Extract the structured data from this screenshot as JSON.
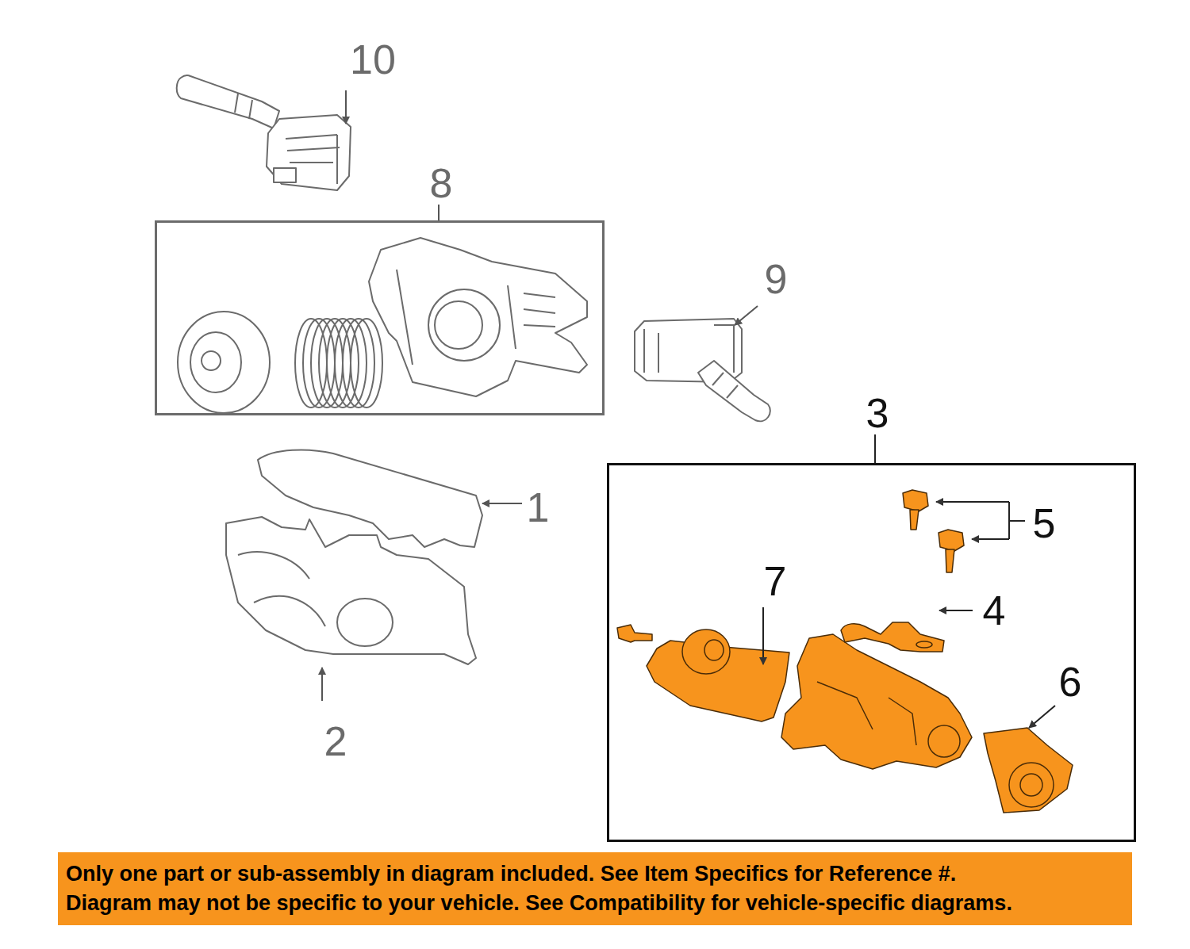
{
  "diagram": {
    "nodes": [
      {
        "text": [
          "8"
        ]
      },
      {
        "text": [
          "3"
        ]
      },
      {
        "text": [
          "Only one part or sub-assembly in diagram included. See Item Specifics for Reference #.",
          "Diagram may not be specific to your vehicle. See Compatibility for vehicle-specific diagrams."
        ]
      }
    ],
    "labels": [
      "10",
      "9",
      "1",
      "5",
      "7",
      "4",
      "6",
      "2"
    ]
  }
}
